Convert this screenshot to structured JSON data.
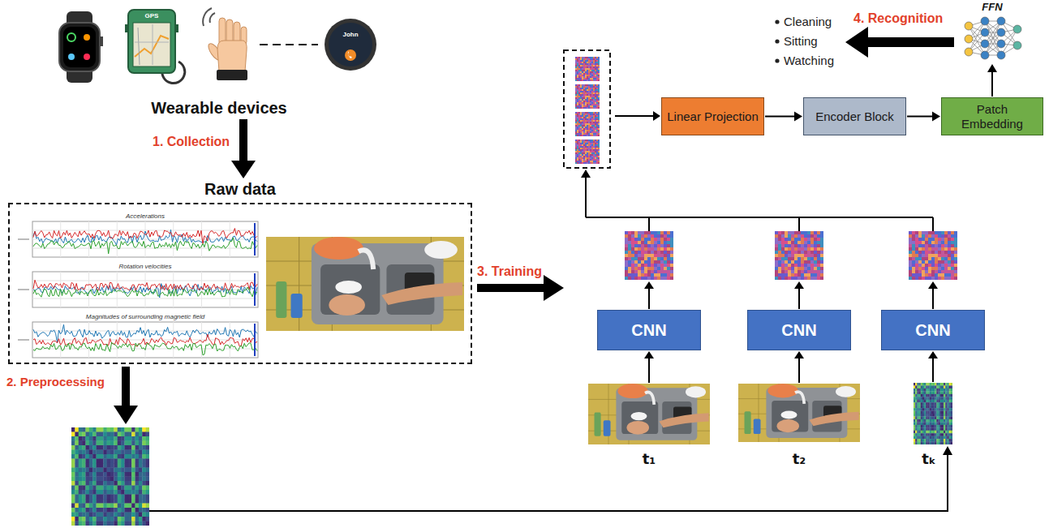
{
  "diagram": {
    "nodes": [
      {
        "text": [
          "Wearable devices"
        ]
      },
      {
        "text": [
          "Raw data"
        ]
      },
      {
        "text": [
          "FFN"
        ]
      },
      {
        "text": [
          "Linear Projection"
        ]
      },
      {
        "text": [
          "Encoder Block"
        ]
      },
      {
        "text": [
          "Patch Embedding"
        ]
      },
      {
        "text": [
          "CNN"
        ]
      },
      {
        "text": [
          "CNN"
        ]
      },
      {
        "text": [
          "CNN"
        ]
      }
    ],
    "edges": [
      {
        "from": 0,
        "to": 1,
        "arrow": "to",
        "label": "1. Collection"
      },
      {
        "from": 3,
        "to": 4,
        "arrow": "to"
      },
      {
        "from": 4,
        "to": 5,
        "arrow": "to"
      },
      {
        "from": 5,
        "to": 2,
        "arrow": "to"
      }
    ],
    "labels": [
      "GPS",
      "John",
      "Accelerations",
      "Rotation velocities",
      "Magnitudes of surrounding magnetic field",
      "2. Preprocessing",
      "3. Training",
      "t₁",
      "t₂",
      "tₖ",
      "4. Recognition",
      "Cleaning",
      "Sitting",
      "Watching"
    ]
  }
}
